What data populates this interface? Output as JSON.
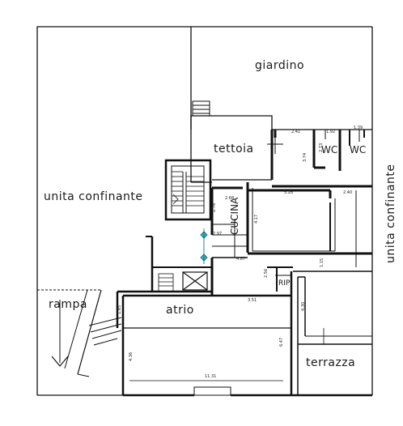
{
  "rooms": {
    "giardino": "giardino",
    "tettoia": "tettoia",
    "unita_left": "unita  confinante",
    "unita_right": "unita  confinante",
    "wc1": "WC",
    "wc2": "WC",
    "cucina": "CUCINA",
    "atrio": "atrio",
    "rampa": "rampa",
    "rip": "RIP",
    "terrazza": "terrazza"
  },
  "dimensions": {
    "d_241": "2.41",
    "d_192": "1.92",
    "d_139": "1.39",
    "d_374": "3.74",
    "d_273": "2.73",
    "d_268": "2.68",
    "d_276": "2.76",
    "d_526": "5.26",
    "d_240": "2.40",
    "d_417": "4.17",
    "d_297": "2.97",
    "d_487": "4.87",
    "d_256": "2.56",
    "d_115": "1.15",
    "d_351": "3.51",
    "d_430": "4.30",
    "d_165": "1.65",
    "d_436": "4.36",
    "d_647": "6.47",
    "d_1131": "11.31"
  },
  "colors": {
    "wall": "#111111",
    "marker_cyan": "#3ab5d0"
  }
}
